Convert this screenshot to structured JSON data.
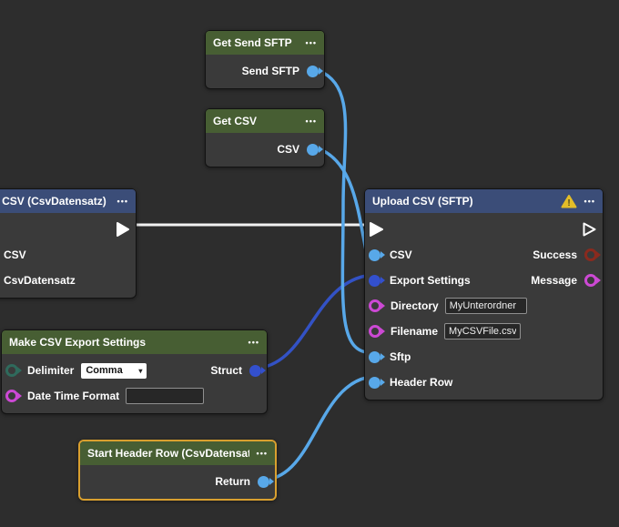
{
  "canvas": {
    "background": "#2d2d2d"
  },
  "colors": {
    "header_green": "#475e33",
    "header_blue": "#3b4d78",
    "node_body": "#3a3a3a",
    "selection_border": "#d9a02f",
    "wire_light_blue": "#58a8e9",
    "wire_dark_blue": "#3352c5",
    "wire_exec_white": "#f2f2f2",
    "port_light_blue": "#58a8e9",
    "port_dark_blue": "#3350cd",
    "port_magenta": "#cc49d4",
    "port_dark_red": "#8a2a1e",
    "port_teal": "#2f6a5c",
    "warning_yellow": "#e3bd28"
  },
  "icons": {
    "menu": "•••",
    "chevron_down": "▾"
  },
  "nodes": {
    "get_send_sftp": {
      "title": "Get Send SFTP",
      "outputs": [
        {
          "label": "Send SFTP"
        }
      ]
    },
    "get_csv": {
      "title": "Get CSV",
      "outputs": [
        {
          "label": "CSV"
        }
      ]
    },
    "to_csv": {
      "title": "To CSV (CsvDatensatz)",
      "inputs": [
        {
          "label": "CSV"
        },
        {
          "label": "CsvDatensatz"
        }
      ]
    },
    "upload_csv": {
      "title": "Upload CSV (SFTP)",
      "has_warning": true,
      "inputs": [
        {
          "label": "CSV"
        },
        {
          "label": "Export Settings"
        },
        {
          "label": "Directory",
          "value": "MyUnterordner"
        },
        {
          "label": "Filename",
          "value": "MyCSVFile.csv"
        },
        {
          "label": "Sftp"
        },
        {
          "label": "Header Row"
        }
      ],
      "outputs": [
        {
          "label": "Success"
        },
        {
          "label": "Message"
        }
      ]
    },
    "make_csv_export_settings": {
      "title": "Make CSV Export Settings",
      "inputs": [
        {
          "label": "Delimiter",
          "value": "Comma"
        },
        {
          "label": "Date Time Format",
          "value": ""
        }
      ],
      "outputs": [
        {
          "label": "Struct"
        }
      ]
    },
    "start_header_row": {
      "title": "Start Header Row (CsvDatensatz)",
      "selected": true,
      "outputs": [
        {
          "label": "Return"
        }
      ]
    }
  }
}
